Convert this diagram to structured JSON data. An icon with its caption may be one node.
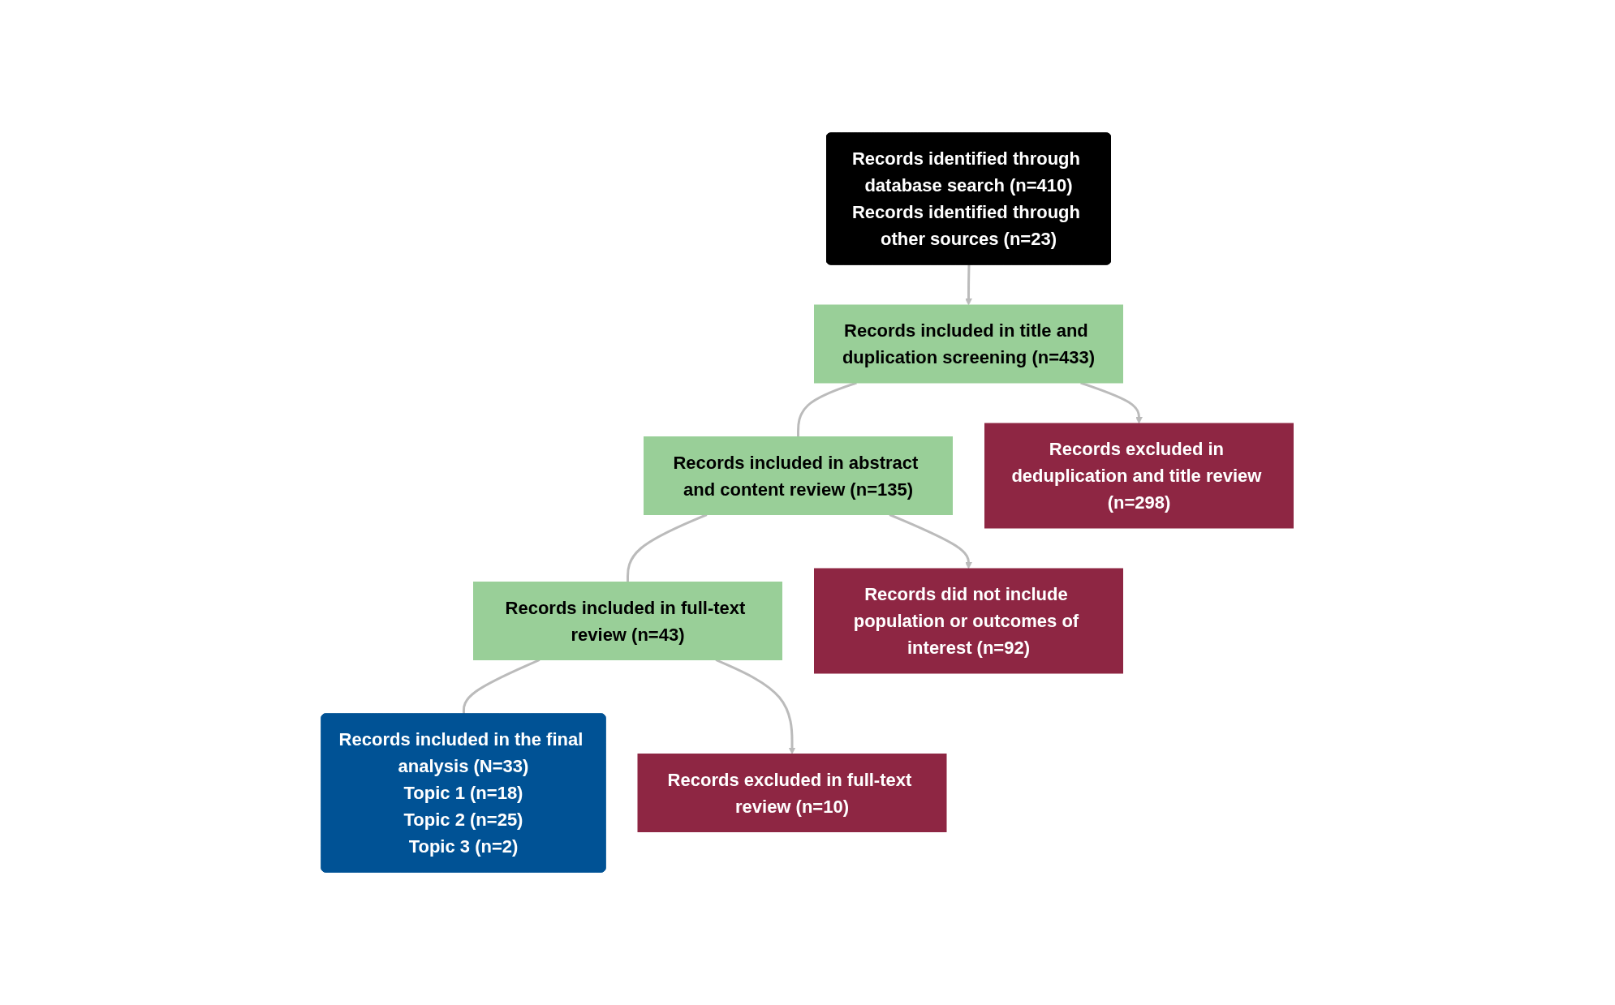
{
  "diagram": {
    "nodes": [
      {
        "text": [
          "Records identified through database search (n=410)",
          "Records identified through other sources (n=23)"
        ]
      },
      {
        "text": [
          "Records included in title and duplication screening (n=433)"
        ]
      },
      {
        "text": [
          "Records included in abstract and content review (n=135)"
        ]
      },
      {
        "text": [
          "Records included in full-text review (n=43)"
        ]
      },
      {
        "text": [
          "Records included in the final analysis (N=33)",
          "Topic 1 (n=18)",
          "Topic 2 (n=25)",
          "Topic 3 (n=2)"
        ]
      },
      {
        "text": [
          "Records excluded in deduplication and title review (n=298)"
        ]
      },
      {
        "text": [
          "Records did not include population or outcomes of interest (n=92)"
        ]
      },
      {
        "text": [
          "Records excluded in full-text review (n=10)"
        ]
      }
    ],
    "edges": [
      {
        "from": 0,
        "to": 1,
        "arrow": "to"
      },
      {
        "from": 1,
        "to": 2,
        "arrow": "none"
      },
      {
        "from": 2,
        "to": 3,
        "arrow": "none"
      },
      {
        "from": 3,
        "to": 4,
        "arrow": "none"
      },
      {
        "from": 1,
        "to": 5,
        "arrow": "to"
      },
      {
        "from": 2,
        "to": 6,
        "arrow": "to"
      },
      {
        "from": 3,
        "to": 7,
        "arrow": "to"
      }
    ]
  }
}
